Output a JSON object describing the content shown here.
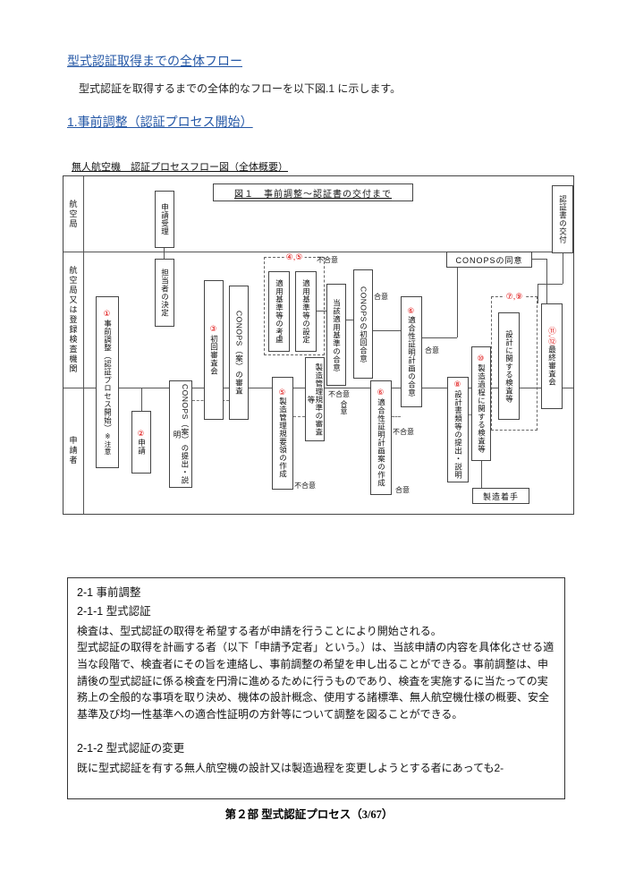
{
  "colors": {
    "heading_blue": "#2457a6",
    "step_red": "#dd0000"
  },
  "page": {
    "title": "型式認証取得までの全体フロー",
    "intro": "型式認証を取得するまでの全体的なフローを以下図.1 に示します。",
    "section_heading": "1.事前調整（認証プロセス開始）",
    "footer": "第２部 型式認証プロセス（3/67）"
  },
  "diagram": {
    "caption": "無人航空機　認証プロセスフロー図（全体概要）",
    "figure_title": "図１　事前調整～認証書の交付まで",
    "lanes": [
      "航空局",
      "航空局又は登録検査機関",
      "申請者"
    ],
    "labels": {
      "agree": "合意",
      "disagree": "不合意"
    },
    "nodes": {
      "application_received": {
        "label": "申請受理"
      },
      "certificate_issued": {
        "label": "認証書の交付"
      },
      "staff_assigned": {
        "label": "担当者の決定"
      },
      "conops_consent": {
        "label": "CONOPSの同意"
      },
      "pre_coordination": {
        "num": "①",
        "label": "事前調整（認証プロセス開始）",
        "note": "※注意"
      },
      "application": {
        "num": "②",
        "label": "申請"
      },
      "first_review": {
        "num": "③",
        "label": "初回審査会"
      },
      "conops_review": {
        "label": "CONOPS（案）の審査"
      },
      "conops_submission": {
        "label": "CONOPS（案）の提出・説明"
      },
      "group_4_5": {
        "num": "④,⑤"
      },
      "criteria_consideration": {
        "label": "適用基準等の考慮"
      },
      "criteria_setting": {
        "label": "適用基準等の設定"
      },
      "criteria_agreement": {
        "label": "当該適用基準の合意"
      },
      "mfg_control_review": {
        "label": "製造管理規準の審査等"
      },
      "conops_initial_agreement": {
        "label": "CONOPSの初回合意"
      },
      "mfg_control_creation": {
        "num": "⑤",
        "label": "製造管理規要領の作成"
      },
      "conformity_plan_agreement": {
        "num": "⑥",
        "label": "適合性証明計画の合意"
      },
      "conformity_plan_creation": {
        "num": "⑥",
        "label": "適合性証明計画案の作成"
      },
      "group_7_9": {
        "num": "⑦,⑨"
      },
      "design_inspection": {
        "label": "設計に関する検査等"
      },
      "process_inspection": {
        "num": "⑩",
        "label": "製造過程に関する検査等"
      },
      "design_docs_submission": {
        "num": "⑧",
        "label": "設計書類等の提出・説明"
      },
      "mfg_start": {
        "label": "製造着手"
      },
      "final_review": {
        "num": "⑪,⑫",
        "label": "最終審査会"
      }
    }
  },
  "body": {
    "h1": "2-1 事前調整",
    "h2": "2-1-1 型式認証",
    "p1": "検査は、型式認証の取得を希望する者が申請を行うことにより開始される。",
    "p2": "型式認証の取得を計画する者（以下「申請予定者」という。）は、当該申請の内容を具体化させる適当な段階で、検査者にその旨を連絡し、事前調整の希望を申し出ることができる。事前調整は、申請後の型式認証に係る検査を円滑に進めるために行うものであり、検査を実施するに当たっての実務上の全般的な事項を取り決め、機体の設計概念、使用する諸標準、無人航空機仕様の概要、安全基準及び均一性基準への適合性証明の方針等について調整を図ることができる。",
    "h3": "2-1-2 型式認証の変更",
    "p3": "既に型式認証を有する無人航空機の設計又は製造過程を変更しようとする者にあっても2-"
  }
}
